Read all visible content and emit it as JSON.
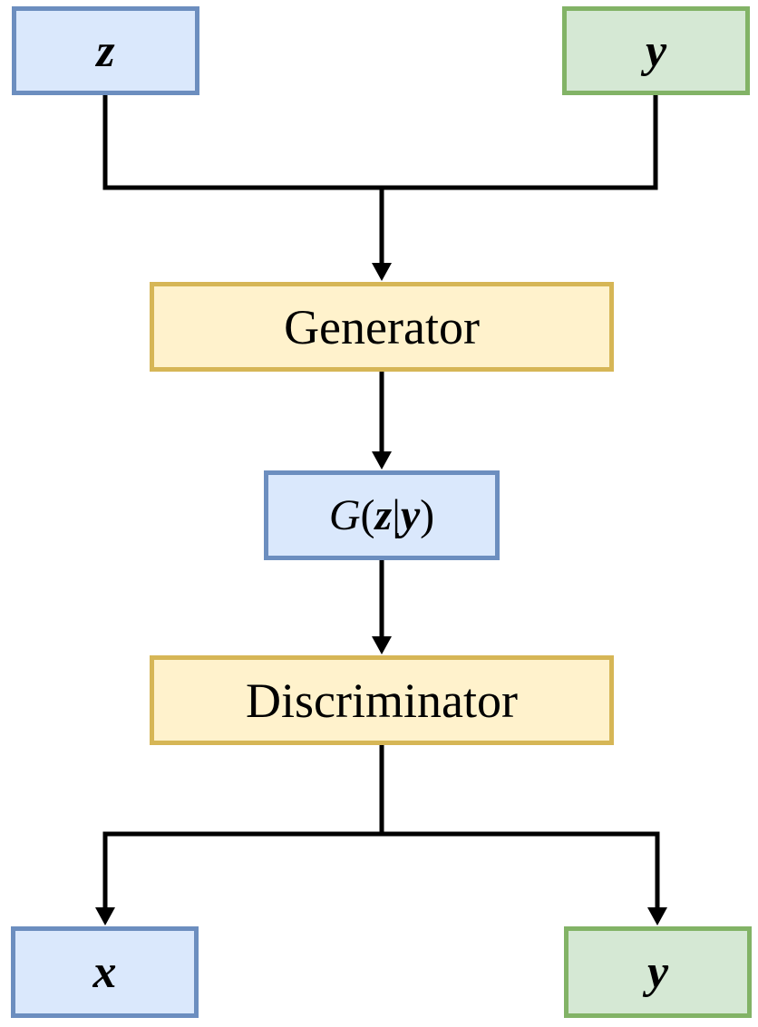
{
  "colors": {
    "blue_fill": "#dae8fc",
    "blue_stroke": "#6c8ebf",
    "green_fill": "#d5e8d4",
    "green_stroke": "#82b366",
    "yellow_fill": "#fff2cc",
    "yellow_stroke": "#d6b656",
    "line": "#000000"
  },
  "nodes": {
    "z": {
      "label": "z",
      "color": "blue"
    },
    "y_input": {
      "label": "y",
      "color": "green"
    },
    "generator": {
      "label": "Generator",
      "color": "yellow"
    },
    "generated": {
      "G": "G",
      "open": "(",
      "z": "z",
      "bar": "|",
      "y": "y",
      "close": ")",
      "color": "blue"
    },
    "discriminator": {
      "label": "Discriminator",
      "color": "yellow"
    },
    "x": {
      "label": "x",
      "color": "blue"
    },
    "y_output": {
      "label": "y",
      "color": "green"
    }
  }
}
